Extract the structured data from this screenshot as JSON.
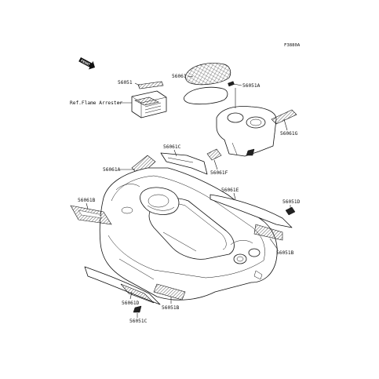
{
  "figure_code": "F3880A",
  "front_badge": "FRONT",
  "labels": {
    "p56061_top": "56061",
    "p56051A": "56051A",
    "p56051": "56051",
    "ref_flame": "Ref.Flame Arrester",
    "p56061G": "56061G",
    "p56061C": "56061C",
    "p56061F": "56061F",
    "p56061A": "56061A",
    "p56061E": "56061E",
    "p56061B": "56061B",
    "p56051D": "56051D",
    "p56051B_right": "56051B",
    "p56061D": "56061D",
    "p56051B_bottom": "56051B",
    "p56051C": "56051C"
  },
  "colors": {
    "ink": "#111111",
    "background": "#ffffff"
  }
}
